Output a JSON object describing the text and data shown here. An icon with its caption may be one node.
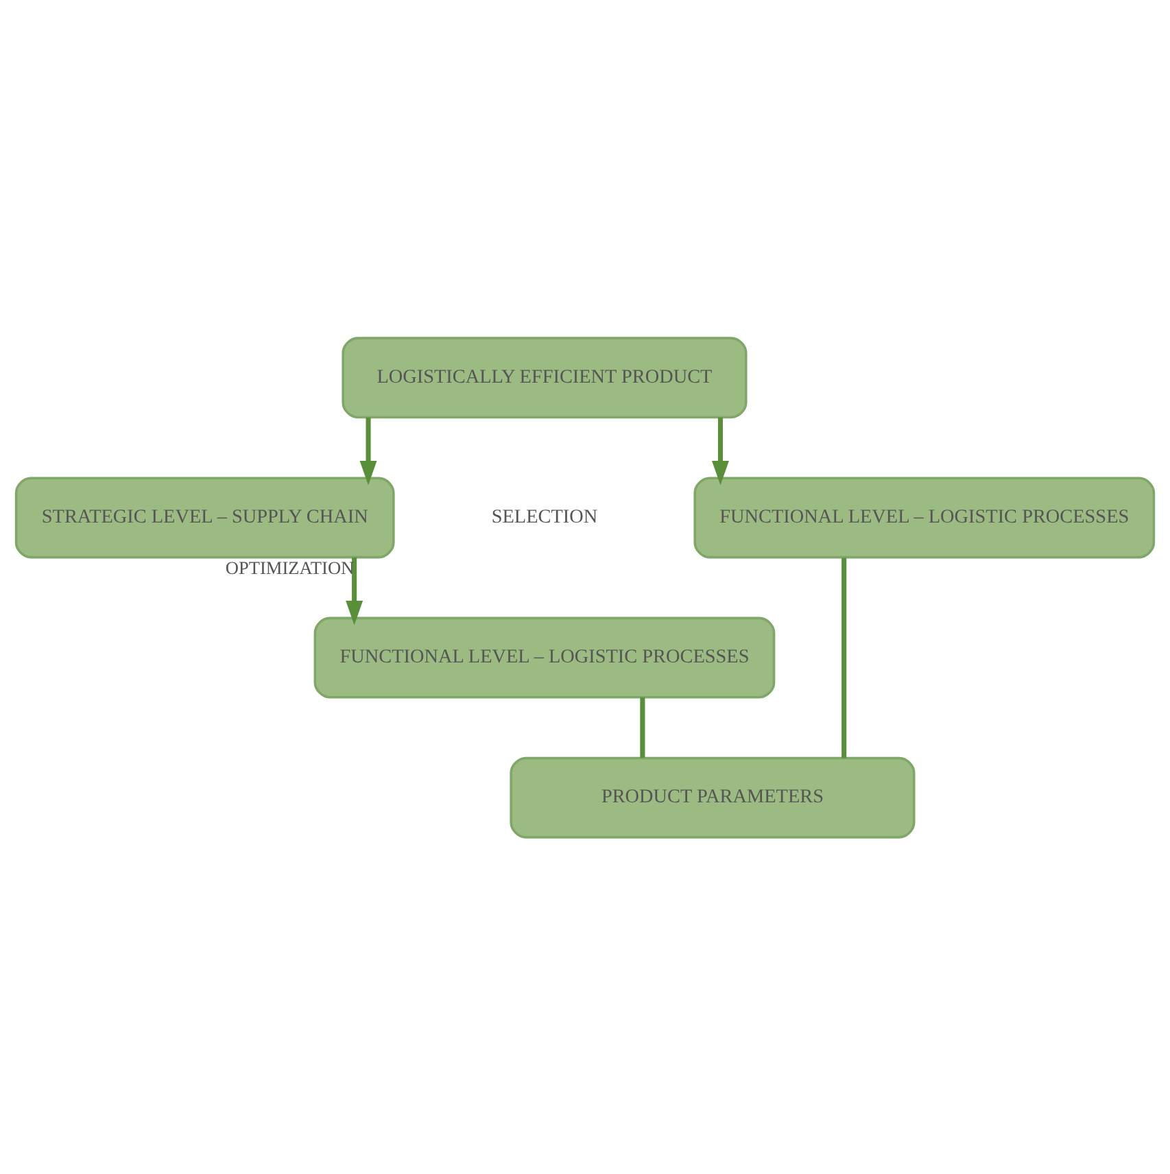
{
  "diagram": {
    "nodes": [
      {
        "text": [
          "LOGISTICALLY EFFICIENT PRODUCT"
        ]
      },
      {
        "text": [
          "STRATEGIC LEVEL – SUPPLY CHAIN"
        ]
      },
      {
        "text": [
          "FUNCTIONAL LEVEL – LOGISTIC PROCESSES"
        ]
      },
      {
        "text": [
          "FUNCTIONAL LEVEL – LOGISTIC PROCESSES"
        ]
      },
      {
        "text": [
          "PRODUCT PARAMETERS"
        ]
      }
    ],
    "edges": [
      {
        "from": 0,
        "to": 1,
        "arrow": "to"
      },
      {
        "from": 0,
        "to": 3,
        "arrow": "to"
      },
      {
        "from": 1,
        "to": 2,
        "label": "OPTIMIZATION",
        "arrow": "to"
      },
      {
        "from": 2,
        "to": 4,
        "arrow": "none"
      },
      {
        "from": 3,
        "to": 4,
        "arrow": "none"
      }
    ],
    "labels": [
      "SELECTION"
    ]
  }
}
